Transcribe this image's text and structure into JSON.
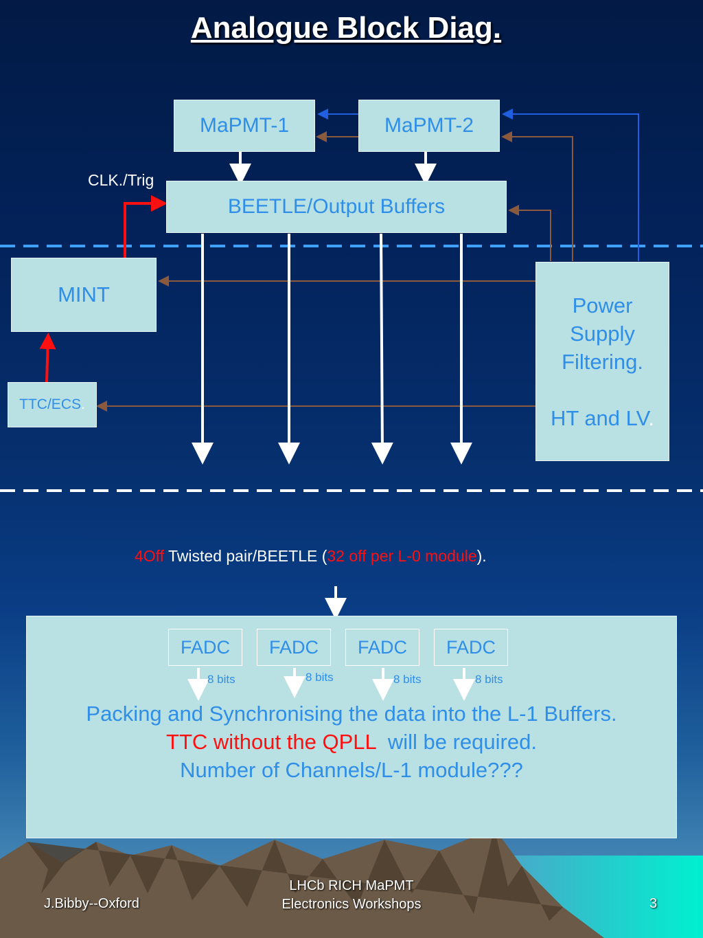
{
  "title": "Analogue Block Diag.",
  "boxes": {
    "mapmt1": "MaPMT-1",
    "mapmt2": "MaPMT-2",
    "beetle": "BEETLE/Output Buffers",
    "mint": "MINT",
    "ttc_ecs": "TTC/ECS",
    "ttc_ecs_dot": ".",
    "power_line1": "Power",
    "power_line2": "Supply",
    "power_line3": "Filtering.",
    "power_line4": "HT and LV",
    "power_line4_dot": "."
  },
  "labels": {
    "clk_trig": "CLK./Trig"
  },
  "twisted_pair": {
    "count": "4Off",
    "middle": " Twisted pair/BEETLE (",
    "per_module": "32 off per L-0 module",
    "end": ")."
  },
  "l1_module": {
    "fadcs": [
      "FADC",
      "FADC",
      "FADC",
      "FADC"
    ],
    "bits": [
      "8 bits",
      "8 bits",
      "8 bits",
      "8 bits"
    ],
    "line1": "Packing and Synchronising the data into the L-1 Buffers.",
    "line2_red": "TTC without the QPLL",
    "line2_rest": "  will be required.",
    "line3": "Number of Channels/L-1 module???"
  },
  "footer": {
    "author": "J.Bibby--Oxford",
    "event_line1": "LHCb RICH MaPMT",
    "event_line2": "Electronics Workshops",
    "page": "3"
  },
  "colors": {
    "box_fill": "#b9e0e3",
    "box_text": "#2f8fe8",
    "highlight_red": "#ff1010",
    "brown_line": "#8b5a3c",
    "blue_line": "#1f5fe0",
    "dashed_top": "#3fa0ff",
    "dashed_bottom": "#ffffff"
  }
}
